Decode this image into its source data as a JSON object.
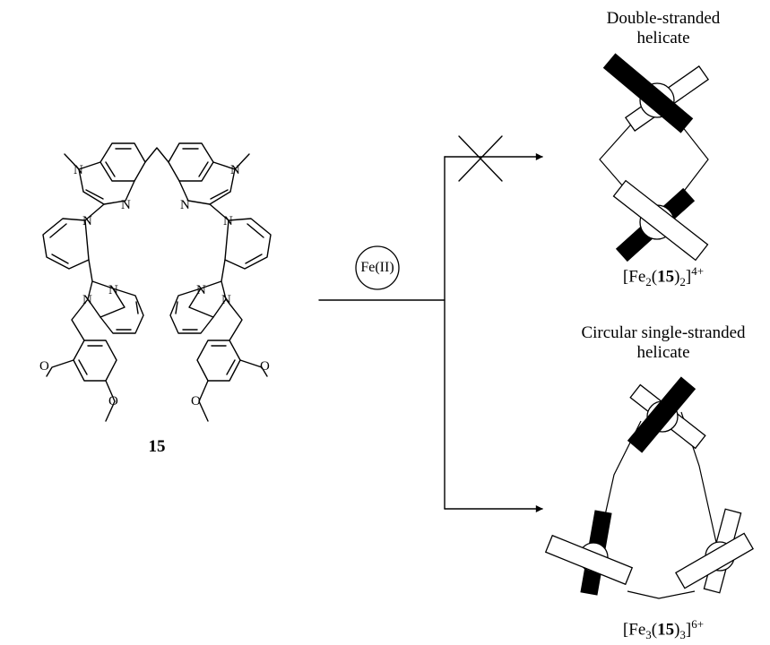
{
  "compound_number": "15",
  "reagent": "Fe(II)",
  "products": {
    "top": {
      "title_line1": "Double-stranded",
      "title_line2": "helicate",
      "formula_prefix": "[Fe",
      "formula_sub1": "2",
      "formula_paren_open": "(",
      "formula_bold": "15",
      "formula_paren_close": ")",
      "formula_sub2": "2",
      "formula_bracket": "]",
      "formula_charge": "4+",
      "blocked": true
    },
    "bottom": {
      "title_line1": "Circular single-stranded",
      "title_line2": "helicate",
      "formula_prefix": "[Fe",
      "formula_sub1": "3",
      "formula_paren_open": "(",
      "formula_bold": "15",
      "formula_paren_close": ")",
      "formula_sub2": "3",
      "formula_bracket": "]",
      "formula_charge": "6+",
      "blocked": false
    }
  },
  "atoms": {
    "nitrogen": "N",
    "oxygen": "O"
  }
}
